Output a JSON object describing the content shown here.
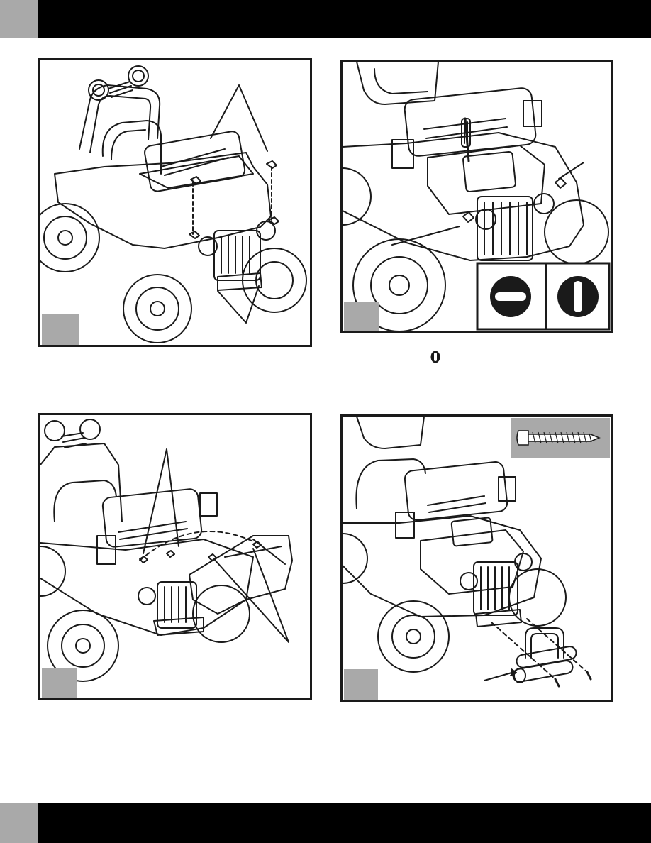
{
  "colors": {
    "ink": "#1a1a1a",
    "band": "#000000",
    "tab_grey": "#a9a9a9",
    "paper": "#ffffff"
  },
  "panels": [
    {
      "id": "step-1",
      "illustration": "ride-on-jeep-hood-latches"
    },
    {
      "id": "step-2",
      "illustration": "ride-on-jeep-screwdriver-turning-latches",
      "inset_icons": [
        "slot-horizontal-icon",
        "slot-vertical-icon"
      ]
    },
    {
      "id": "step-3",
      "illustration": "ride-on-jeep-hood-attachment"
    },
    {
      "id": "step-4",
      "illustration": "ride-on-jeep-front-bumper-with-screws"
    }
  ],
  "note_icon": "slot-vertical-icon"
}
